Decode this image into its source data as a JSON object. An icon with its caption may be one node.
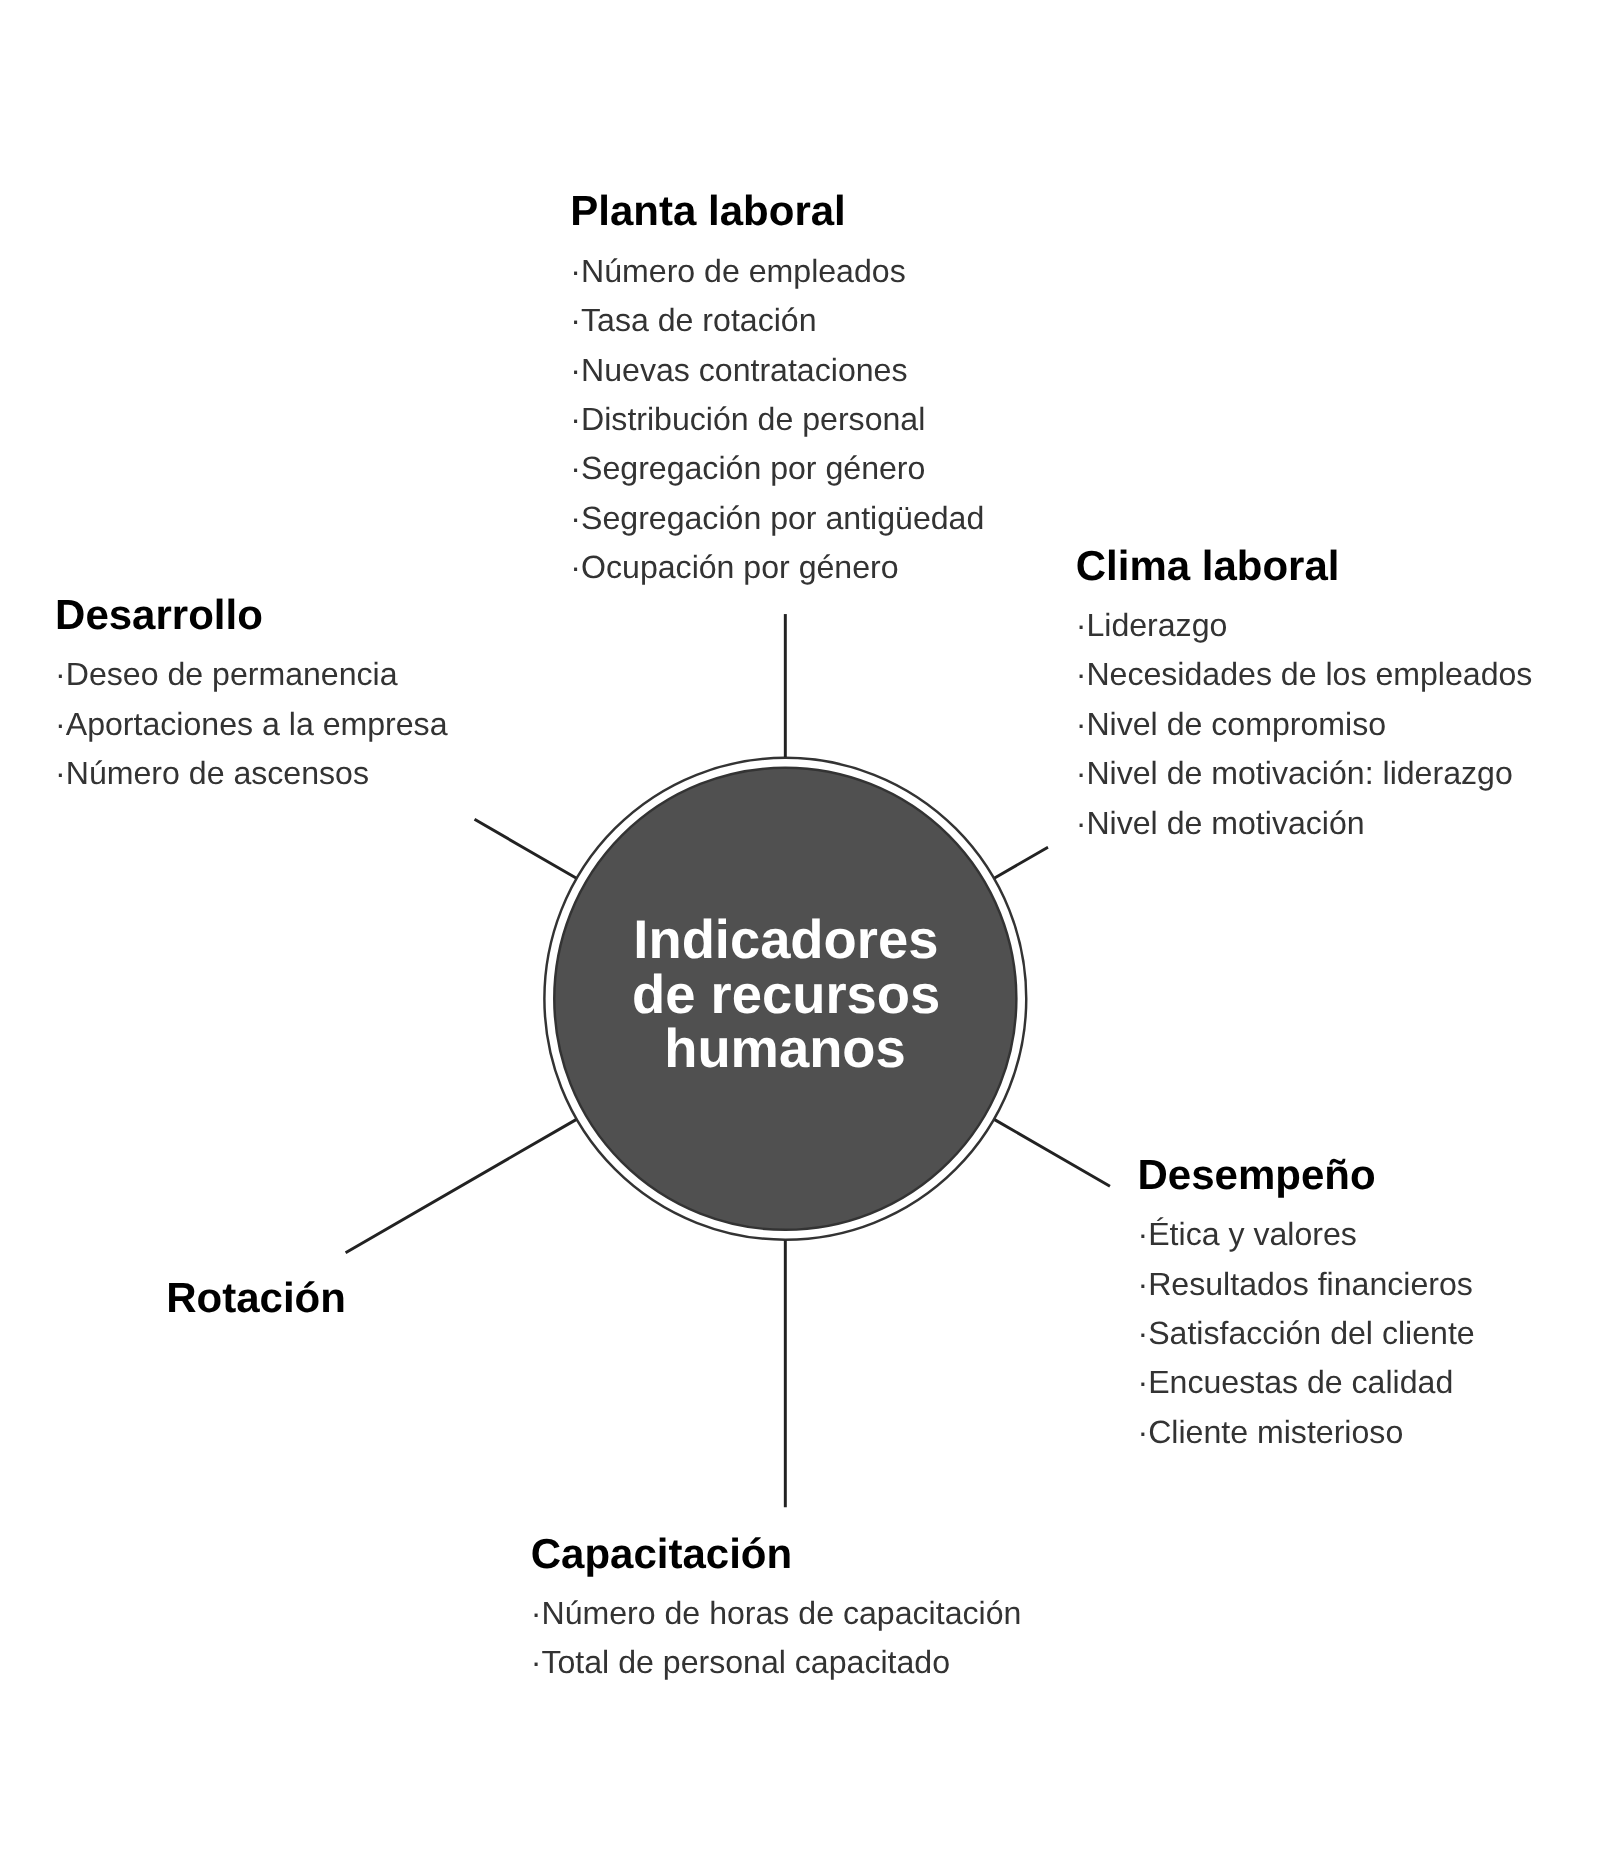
{
  "diagram": {
    "nodes": [
      {
        "text": [
          "Indicadores de recursos humanos"
        ]
      },
      {
        "text": [
          "Clima laboral",
          "·Liderazgo",
          "·Necesidades de los empleados",
          "·Nivel de compromiso",
          "·Nivel de motivación: liderazgo",
          "·Nivel de motivación"
        ]
      },
      {
        "text": [
          "Planta laboral",
          "·Número de empleados",
          "·Tasa de rotación",
          "·Nuevas contrataciones",
          "·Distribución de personal",
          "·Segregación por género",
          "·Segregación por antigüedad",
          "·Ocupación por género"
        ]
      },
      {
        "text": [
          "Desarrollo",
          "·Deseo de permanencia",
          "·Aportaciones a la empresa",
          "·Número de ascensos"
        ]
      },
      {
        "text": [
          "Rotación"
        ]
      },
      {
        "text": [
          "Capacitación",
          "·Número de horas de capacitación",
          "·Total de personal capacitado"
        ]
      },
      {
        "text": [
          "Desempeño",
          "·Ética y valores",
          "·Resultados financieros",
          "·Satisfacción del cliente",
          "·Encuestas de calidad",
          "·Cliente misterioso"
        ]
      }
    ],
    "edges": [
      {
        "from": 0,
        "to": 1,
        "arrow": "none"
      },
      {
        "from": 0,
        "to": 2,
        "arrow": "none"
      },
      {
        "from": 0,
        "to": 3,
        "arrow": "none"
      },
      {
        "from": 0,
        "to": 4,
        "arrow": "none"
      },
      {
        "from": 0,
        "to": 5,
        "arrow": "none"
      },
      {
        "from": 0,
        "to": 6,
        "arrow": "none"
      }
    ]
  }
}
